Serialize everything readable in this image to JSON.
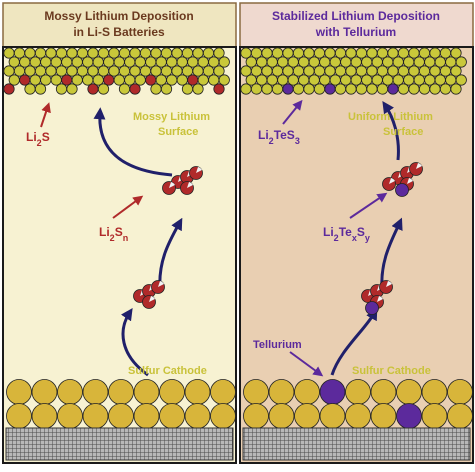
{
  "left_panel": {
    "title_line1": "Mossy Lithium Deposition",
    "title_line2": "in Li-S Batteries",
    "surface_line1": "Mossy Lithium",
    "surface_line2": "Surface",
    "label_li2s": "Li2S",
    "label_li2sn": "Li2Sn",
    "cathode_label": "Sulfur Cathode"
  },
  "right_panel": {
    "title_line1": "Stabilized Lithium Deposition",
    "title_line2": "with Tellurium",
    "surface_line1": "Uniform Lithium",
    "surface_line2": "Surface",
    "label_li2tes3": "Li2TeS3",
    "label_li2texsy": "Li2TexSy",
    "label_tellurium": "Tellurium",
    "cathode_label": "Sulfur Cathode"
  },
  "colors": {
    "left_title_bg": "#efe6c0",
    "right_title_bg": "#efd9cf",
    "left_panel_bg": "#f7f2d2",
    "right_panel_bg": "#e9cfb2",
    "lithium": "#c9c83a",
    "sulfur": "#d8b53a",
    "sulfide": "#b02a2a",
    "tellurium": "#5c2a9c",
    "arrow": "#20206a",
    "left_title_text": "#6b3a1f",
    "right_title_text": "#5c2a9c",
    "red_label": "#b02a2a",
    "purple_label": "#5c2a9c",
    "yellow_label": "#c9c23a"
  }
}
